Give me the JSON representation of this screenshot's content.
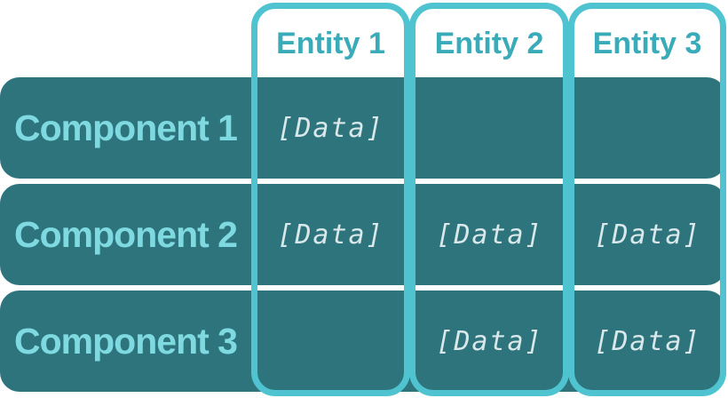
{
  "diagram": {
    "type": "matrix-table",
    "columns": [
      {
        "label": "Entity 1"
      },
      {
        "label": "Entity 2"
      },
      {
        "label": "Entity 3"
      }
    ],
    "rows": [
      {
        "label": "Component 1",
        "cells": [
          "[Data]",
          "",
          ""
        ]
      },
      {
        "label": "Component 2",
        "cells": [
          "[Data]",
          "[Data]",
          "[Data]"
        ]
      },
      {
        "label": "Component 3",
        "cells": [
          "",
          "[Data]",
          "[Data]"
        ]
      }
    ],
    "colors": {
      "row_fill": "#2E747C",
      "column_outline": "#4FC4D0",
      "column_header_text": "#3AABB8",
      "row_label_text": "#7EDAE0",
      "cell_text": "#D9E8EA",
      "background": "#FFFFFF"
    }
  }
}
